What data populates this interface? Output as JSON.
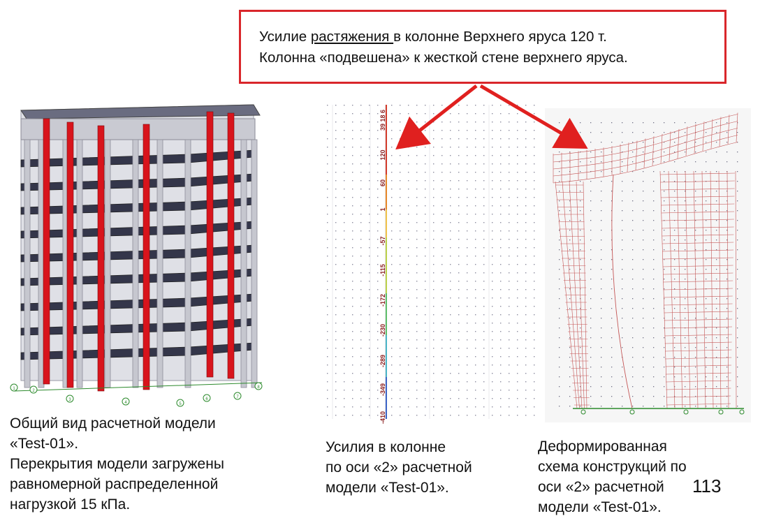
{
  "callout": {
    "line1_pre": "Усилие ",
    "line1_underlined": "растяжения ",
    "line1_post": "в колонне Верхнего яруса 120 т.",
    "line2": "Колонна «подвешена» к жесткой стене верхнего яруса."
  },
  "colors": {
    "callout_border": "#d9262b",
    "arrow": "#e0201f",
    "column": "#d8141c",
    "slab": "#34364a",
    "frame": "#b8b8c2"
  },
  "building_view": {
    "axis_labels": [
      "1",
      "2",
      "3",
      "4",
      "5",
      "6",
      "7",
      "8"
    ],
    "floors": 8
  },
  "force_diagram": {
    "values": [
      "39 18 6",
      "120",
      "60",
      "1",
      "-57",
      "-115",
      "-172",
      "-230",
      "-289",
      "-349",
      "-410"
    ]
  },
  "captions": {
    "left": [
      "Общий вид расчетной модели",
      "«Test-01».",
      "Перекрытия модели загружены",
      "равномерной распределенной",
      "нагрузкой 15 кПа."
    ],
    "middle": [
      "Усилия в колонне",
      "по оси «2» расчетной",
      "модели «Test-01»."
    ],
    "right": [
      "Деформированная",
      "схема конструкций по",
      "оси «2» расчетной",
      "модели «Test-01»."
    ]
  },
  "page_number": "113"
}
